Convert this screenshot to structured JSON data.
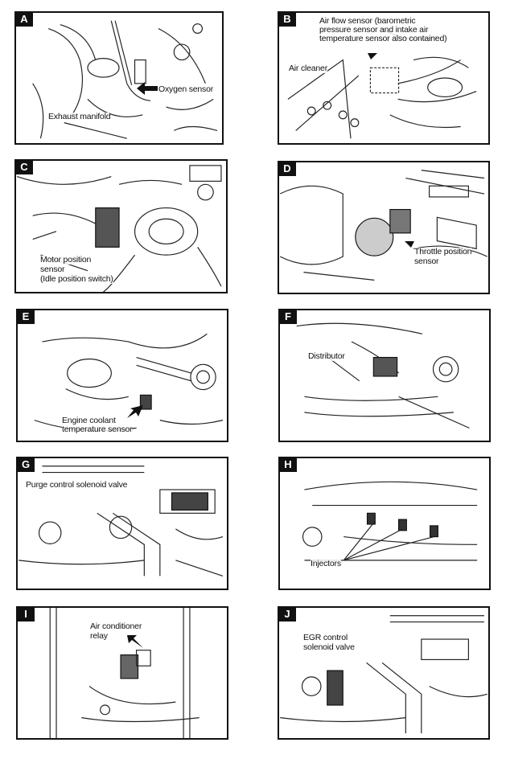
{
  "panels": {
    "A": {
      "letter": "A",
      "labels": {
        "oxygen": "Oxygen sensor",
        "manifold": "Exhaust manifold"
      }
    },
    "B": {
      "letter": "B",
      "labels": {
        "airflow_l1": "Air flow sensor (barometric",
        "airflow_l2": "pressure sensor and intake air",
        "airflow_l3": "temperature sensor also contained)",
        "cleaner": "Air cleaner"
      }
    },
    "C": {
      "letter": "C",
      "labels": {
        "motor_l1": "Motor position",
        "motor_l2": "sensor",
        "motor_l3": "(Idle position switch)"
      }
    },
    "D": {
      "letter": "D",
      "labels": {
        "tps_l1": "Throttle position",
        "tps_l2": "sensor"
      }
    },
    "E": {
      "letter": "E",
      "labels": {
        "coolant_l1": "Engine coolant",
        "coolant_l2": "temperature sensor"
      }
    },
    "F": {
      "letter": "F",
      "labels": {
        "distributor": "Distributor"
      }
    },
    "G": {
      "letter": "G",
      "labels": {
        "purge": "Purge control solenoid valve"
      }
    },
    "H": {
      "letter": "H",
      "labels": {
        "injectors": "Injectors"
      }
    },
    "I": {
      "letter": "I",
      "labels": {
        "ac_l1": "Air conditioner",
        "ac_l2": "relay"
      }
    },
    "J": {
      "letter": "J",
      "labels": {
        "egr_l1": "EGR control",
        "egr_l2": "solenoid valve"
      }
    }
  },
  "icons": {
    "pointer": "black-arrow-icon"
  }
}
